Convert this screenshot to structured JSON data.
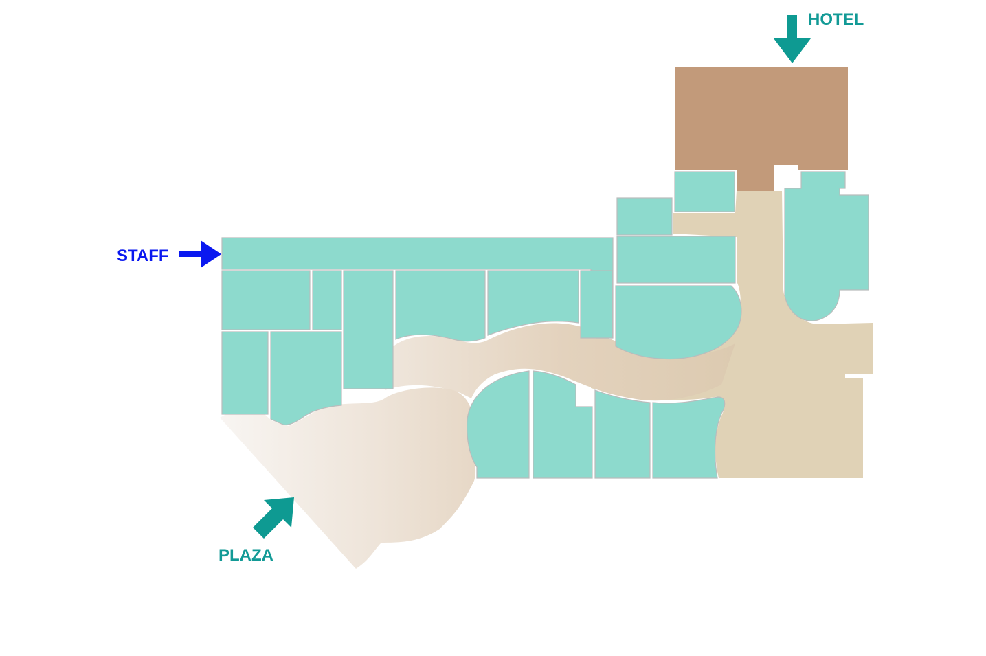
{
  "map": {
    "labels": {
      "hotel": "HOTEL",
      "staff": "STAFF",
      "plaza": "PLAZA"
    },
    "entrances": [
      {
        "name": "hotel",
        "direction": "down"
      },
      {
        "name": "staff",
        "direction": "right"
      },
      {
        "name": "plaza",
        "direction": "up-right"
      }
    ],
    "colors": {
      "room": "#8ddacd",
      "corridor": "#e0d2b6",
      "hotel_block": "#c29a7a",
      "plaza_light": "#f7f3ef",
      "plaza_mid": "#ede2d6",
      "corridor_dark": "#dccab0",
      "hotel_label": "#129a96",
      "staff_label": "#0a18f0",
      "plaza_label": "#129a96",
      "hotel_arrow": "#0e9a92",
      "staff_arrow": "#0a18f0",
      "plaza_arrow": "#0e9a92"
    }
  }
}
